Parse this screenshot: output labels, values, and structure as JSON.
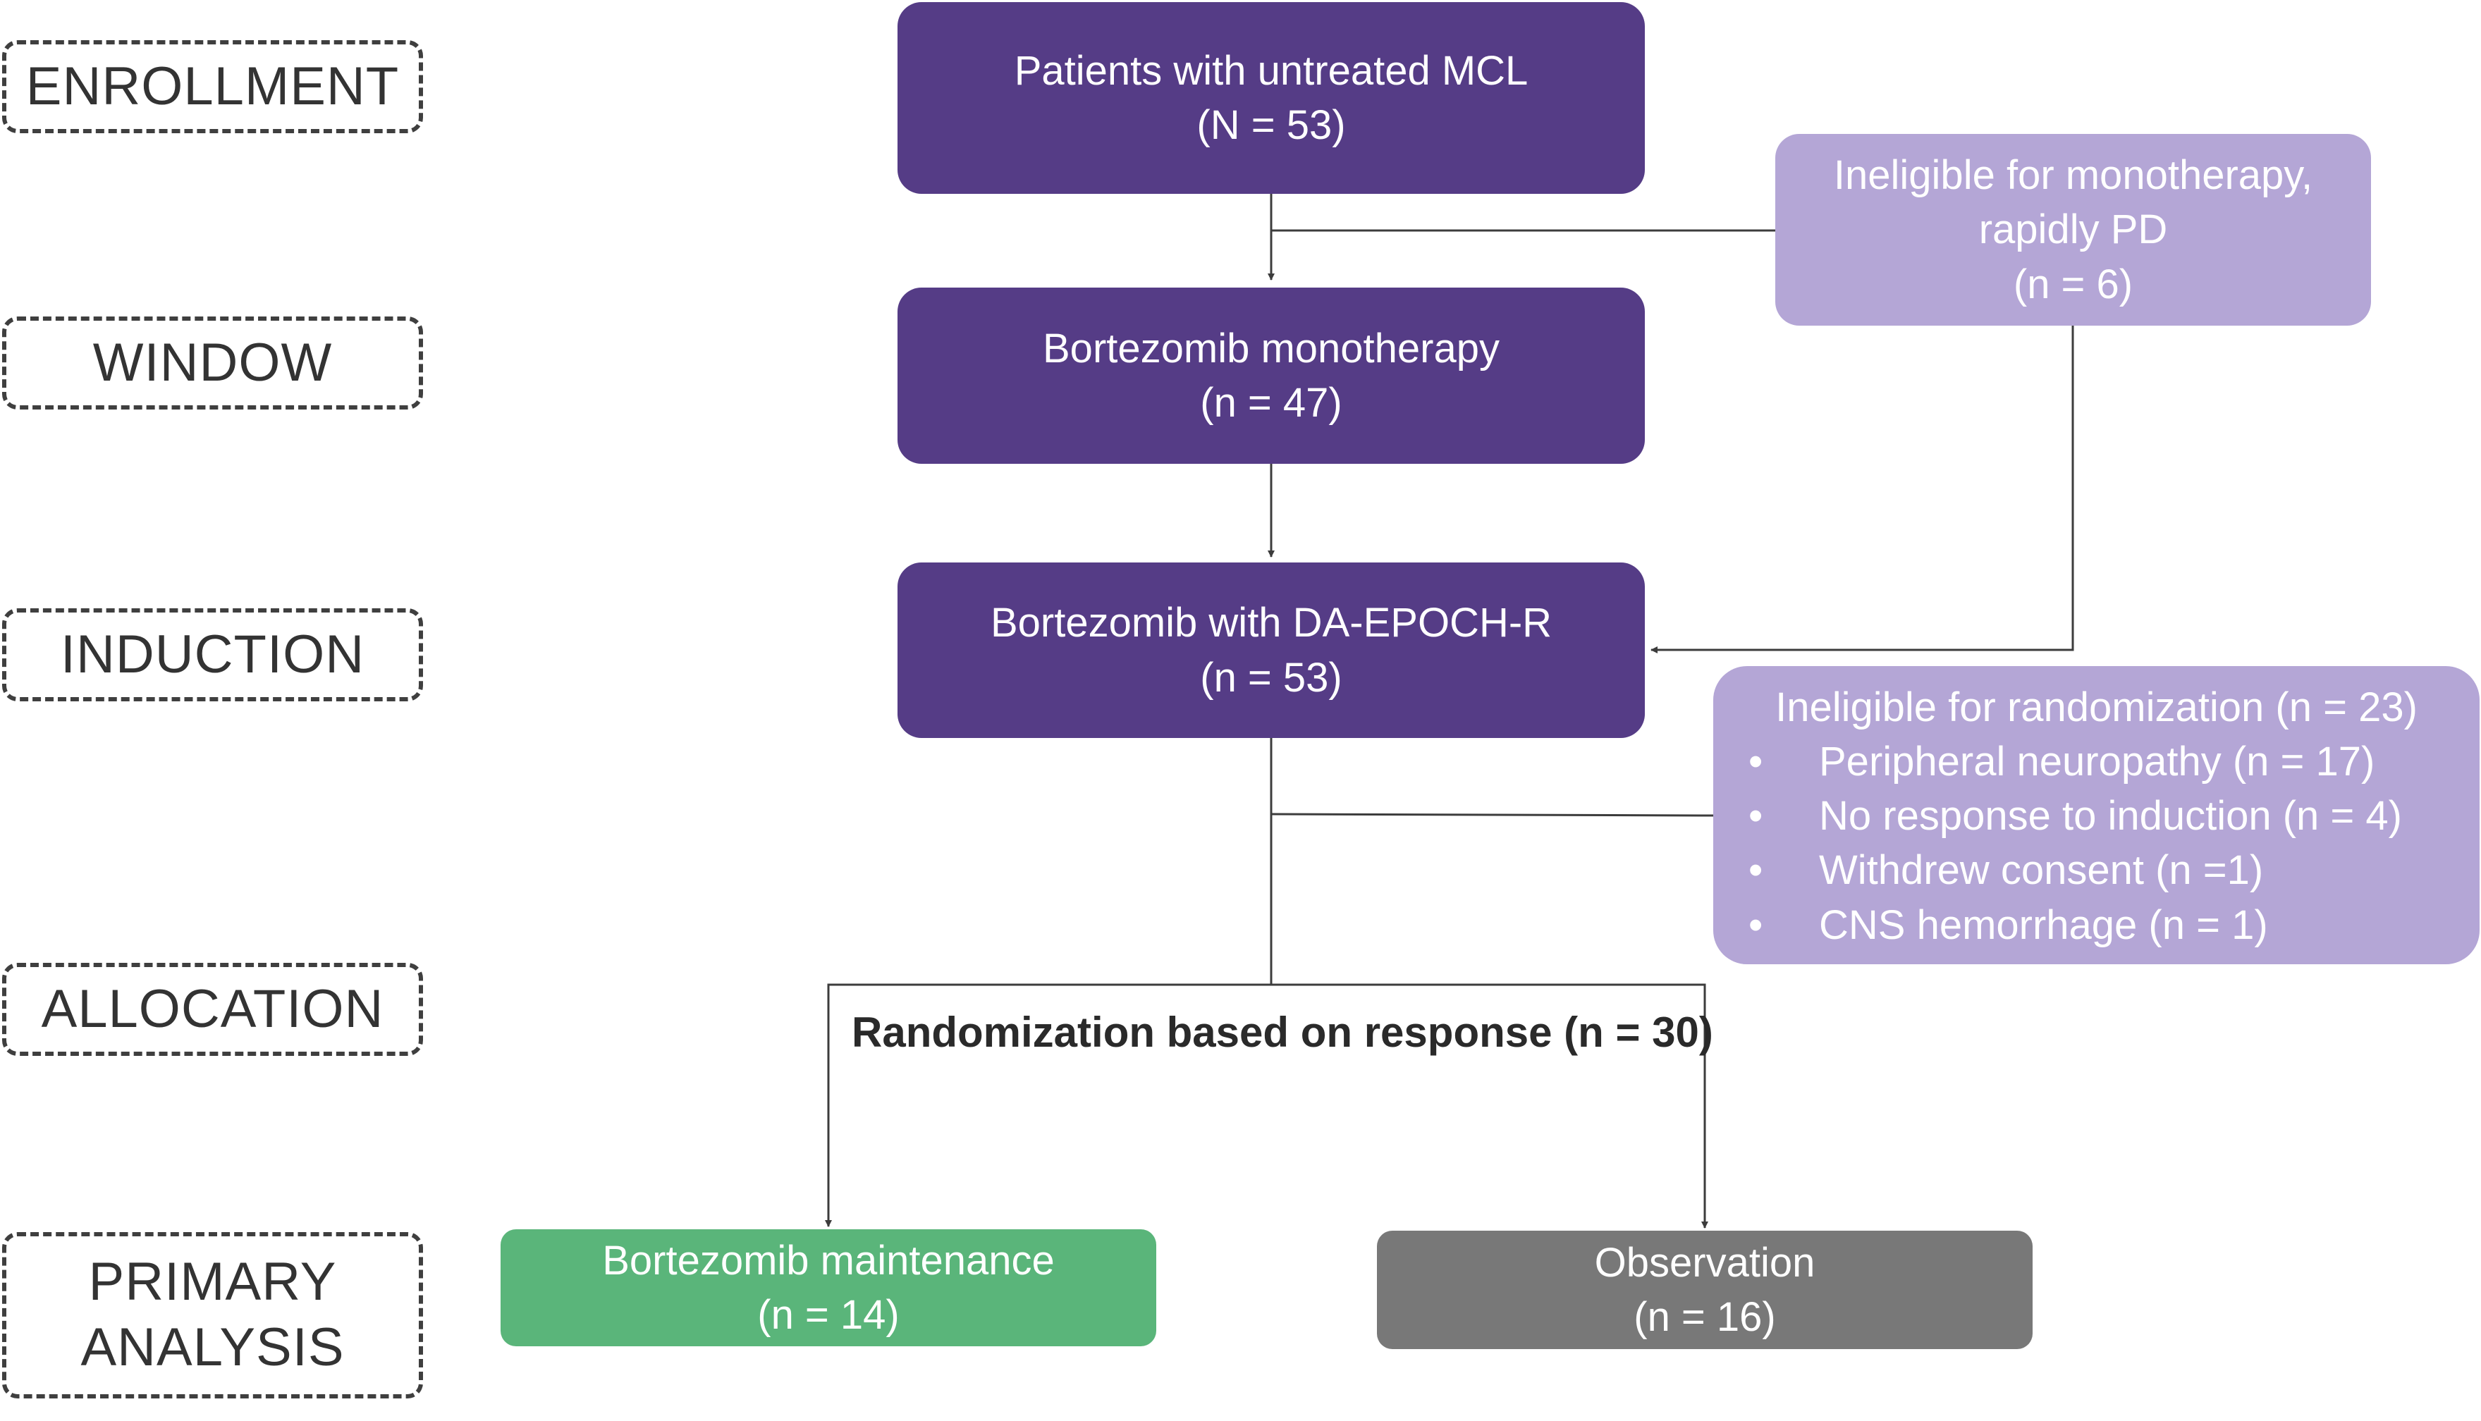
{
  "stages": {
    "enrollment": "ENROLLMENT",
    "window": "WINDOW",
    "induction": "INDUCTION",
    "allocation": "ALLOCATION",
    "primary_line1": "PRIMARY",
    "primary_line2": "ANALYSIS"
  },
  "boxes": {
    "enrolled": {
      "line1": "Patients with untreated MCL",
      "line2": "(N = 53)"
    },
    "monotherapy": {
      "line1": "Bortezomib monotherapy",
      "line2": "(n = 47)"
    },
    "induction": {
      "line1": "Bortezomib with DA-EPOCH-R",
      "line2": "(n = 53)"
    },
    "maintenance": {
      "line1": "Bortezomib maintenance",
      "line2": "(n = 14)"
    },
    "observation": {
      "line1": "Observation",
      "line2": "(n = 16)"
    }
  },
  "exclusions": {
    "monotherapy": {
      "line1": "Ineligible for monotherapy,",
      "line2": "rapidly PD",
      "line3": "(n = 6)"
    },
    "randomization": {
      "title": "Ineligible for randomization (n = 23)",
      "bullet": "•",
      "items": [
        "Peripheral neuropathy (n = 17)",
        "No response to induction (n = 4)",
        "Withdrew consent (n =1)",
        "CNS hemorrhage (n = 1)"
      ]
    }
  },
  "randomization_label": "Randomization based on response (n = 30)",
  "colors": {
    "primary_box": "#553c86",
    "exclusion_box": "#b4a6d6",
    "maintenance_box": "#5ab57a",
    "observation_box": "#787878",
    "stage_border": "#3f3f3f",
    "connector": "#3c3c3c"
  }
}
